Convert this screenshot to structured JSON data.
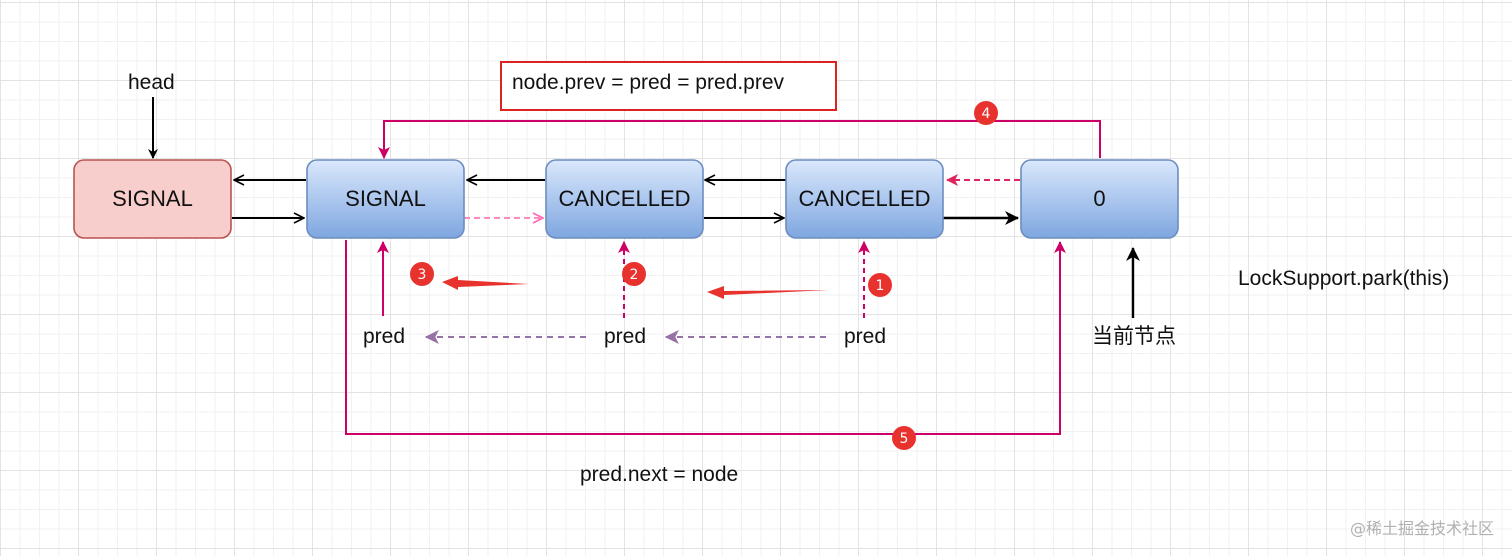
{
  "diagram": {
    "head_label": "head",
    "nodes": [
      {
        "id": "n0",
        "label": "SIGNAL",
        "style": "head"
      },
      {
        "id": "n1",
        "label": "SIGNAL",
        "style": "blue"
      },
      {
        "id": "n2",
        "label": "CANCELLED",
        "style": "blue"
      },
      {
        "id": "n3",
        "label": "CANCELLED",
        "style": "blue"
      },
      {
        "id": "n4",
        "label": "0",
        "style": "blue"
      }
    ],
    "pred_labels": [
      "pred",
      "pred",
      "pred"
    ],
    "current_node_label": "当前节点",
    "park_label": "LockSupport.park(this)",
    "formula_top": "node.prev = pred = pred.prev",
    "formula_bottom": "pred.next = node",
    "badges": [
      "1",
      "2",
      "3",
      "4",
      "5"
    ],
    "watermark": "@稀土掘金技术社区"
  },
  "colors": {
    "head_fill": "#f8cecc",
    "head_stroke": "#b85450",
    "node_fill_top": "#dae8fc",
    "node_fill_bottom": "#7ea6e0",
    "node_stroke": "#6c8ebf",
    "magenta": "#cc0066",
    "pink_dash": "#ff66b3",
    "purple_dash": "#9673a6",
    "badge_red": "#e8322e",
    "formula_box": "#dd2222"
  }
}
